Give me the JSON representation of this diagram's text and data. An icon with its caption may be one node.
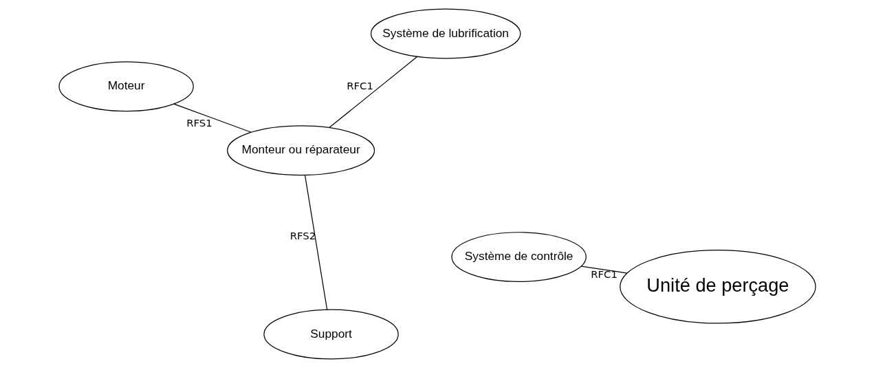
{
  "diagram": {
    "nodes": [
      {
        "text": [
          "Système de contrôle"
        ]
      },
      {
        "text": [
          "Moteur"
        ]
      },
      {
        "text": [
          "Système de lubrification"
        ]
      },
      {
        "text": [
          "Unité de perçage"
        ]
      },
      {
        "text": [
          "Support"
        ]
      },
      {
        "text": [
          "Monteur ou réparateur"
        ]
      }
    ],
    "edges": [
      {
        "from": 1,
        "to": 5,
        "arrow": "none",
        "label": "RFS1"
      },
      {
        "from": 0,
        "to": 3,
        "arrow": "none",
        "label": "RFC1"
      },
      {
        "from": 2,
        "to": 5,
        "arrow": "none",
        "label": "RFC1"
      },
      {
        "from": 5,
        "to": 4,
        "arrow": "none",
        "label": "RFS2"
      }
    ]
  }
}
